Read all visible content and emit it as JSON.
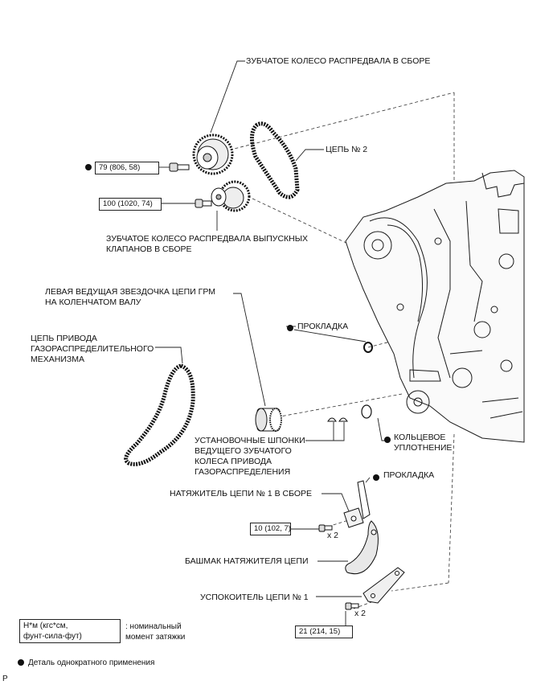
{
  "labels": {
    "intake_sprocket": "ЗУБЧАТОЕ КОЛЕСО РАСПРЕДВАЛА В СБОРЕ",
    "chain2": "ЦЕПЬ № 2",
    "exhaust_sprocket_line1": "ЗУБЧАТОЕ КОЛЕСО РАСПРЕДВАЛА ВЫПУСКНЫХ",
    "exhaust_sprocket_line2": "КЛАПАНОВ В СБОРЕ",
    "crank_sprocket_line1": "ЛЕВАЯ ВЕДУЩАЯ ЗВЕЗДОЧКА ЦЕПИ ГРМ",
    "crank_sprocket_line2": "НА КОЛЕНЧАТОМ ВАЛУ",
    "timing_chain_line1": "ЦЕПЬ ПРИВОДА",
    "timing_chain_line2": "ГАЗОРАСПРЕДЕЛИТЕЛЬНОГО",
    "timing_chain_line3": "МЕХАНИЗМА",
    "gasket1": "ПРОКЛАДКА",
    "oring_line1": "КОЛЬЦЕВОЕ",
    "oring_line2": "УПЛОТНЕНИЕ",
    "keys_line1": "УСТАНОВОЧНЫЕ ШПОНКИ",
    "keys_line2": "ВЕДУЩЕГО ЗУБЧАТОГО",
    "keys_line3": "КОЛЕСА ПРИВОДА",
    "keys_line4": "ГАЗОРАСПРЕДЕЛЕНИЯ",
    "gasket2": "ПРОКЛАДКА",
    "tensioner": "НАТЯЖИТЕЛЬ ЦЕПИ № 1 В СБОРЕ",
    "slipper": "БАШМАК НАТЯЖИТЕЛЯ ЦЕПИ",
    "damper": "УСПОКОИТЕЛЬ ЦЕПИ № 1",
    "x2_a": "x 2",
    "x2_b": "x 2"
  },
  "torques": {
    "t1": "79 (806, 58)",
    "t2": "100 (1020, 74)",
    "t3": "10 (102, 7)",
    "t4": "21 (214, 15)"
  },
  "legend": {
    "unit_line1": "Н*м (кгс*см,",
    "unit_line2": "фунт-сила-фут)",
    "desc_line1": ": номинальный",
    "desc_line2": "момент затяжки",
    "onetime": "Деталь однократного применения"
  },
  "corner_mark": "P"
}
